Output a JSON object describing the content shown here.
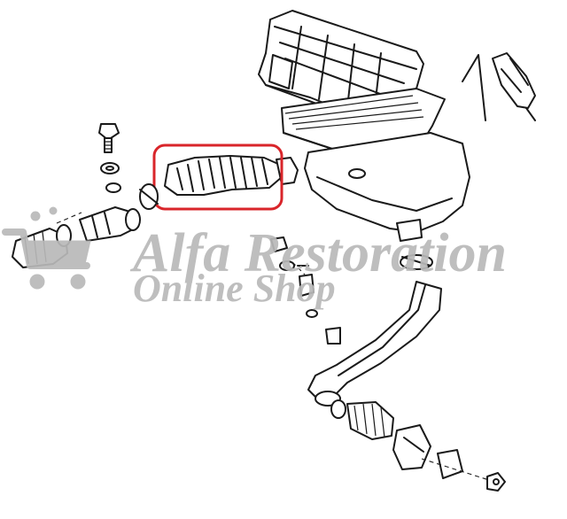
{
  "watermark": {
    "line1": "Alfa Restoration",
    "line2": "Online Shop",
    "icon": "shopping-cart-icon"
  },
  "highlight": {
    "color": "#d9252a",
    "part": "air-intake-hose"
  },
  "colors": {
    "ink": "#1a1a1a",
    "watermark": "#b9b9b9",
    "paper": "#ffffff"
  }
}
